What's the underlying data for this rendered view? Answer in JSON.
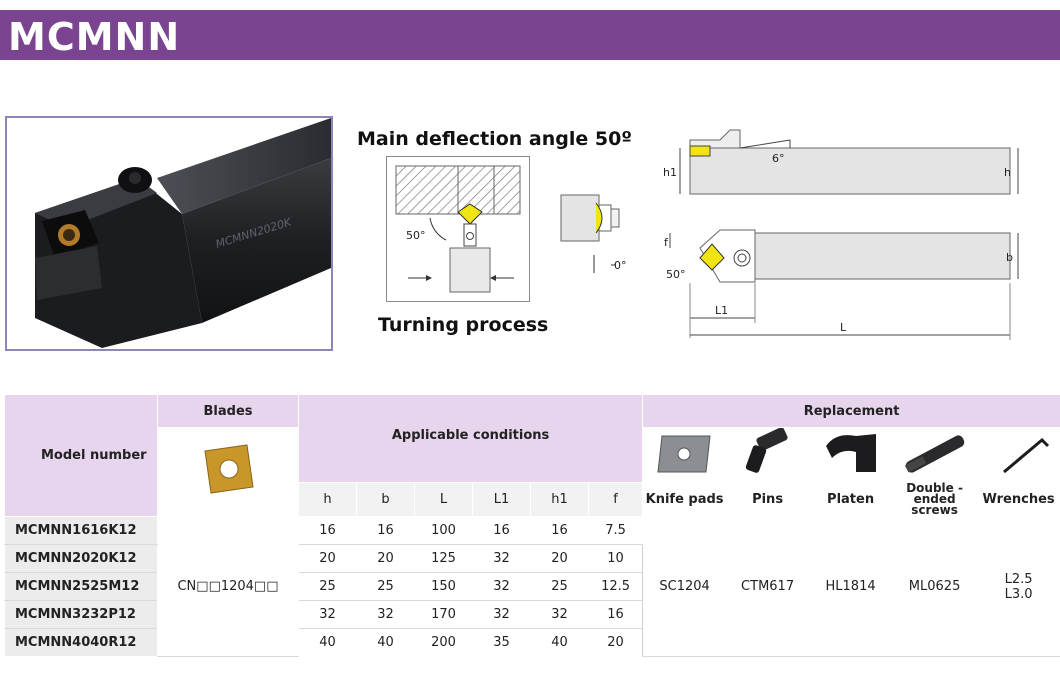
{
  "header": {
    "title": "MCMNN"
  },
  "diagram": {
    "caption_top": "Main deflection angle 50º",
    "caption_bottom": "Turning process",
    "labels": {
      "angle_process": "50°",
      "angle_top": "6°",
      "angle_side": "0°",
      "angle_bottom": "50°",
      "h1": "h1",
      "h": "h",
      "f": "f",
      "b": "b",
      "L1": "L1",
      "L": "L"
    }
  },
  "table": {
    "model_header": "Model number",
    "blades_header": "Blades",
    "conditions_header": "Applicable conditions",
    "replacement_header": "Replacement",
    "condition_columns": [
      "h",
      "b",
      "L",
      "L1",
      "h1",
      "f"
    ],
    "replacement_columns": [
      "Knife pads",
      "Pins",
      "Platen",
      "Double -ended screws",
      "Wrenches"
    ],
    "blade_code": "CN□□1204□□",
    "rows": [
      {
        "model": "MCMNN1616K12",
        "h": "16",
        "b": "16",
        "L": "100",
        "L1": "16",
        "h1": "16",
        "f": "7.5"
      },
      {
        "model": "MCMNN2020K12",
        "h": "20",
        "b": "20",
        "L": "125",
        "L1": "32",
        "h1": "20",
        "f": "10"
      },
      {
        "model": "MCMNN2525M12",
        "h": "25",
        "b": "25",
        "L": "150",
        "L1": "32",
        "h1": "25",
        "f": "12.5"
      },
      {
        "model": "MCMNN3232P12",
        "h": "32",
        "b": "32",
        "L": "170",
        "L1": "32",
        "h1": "32",
        "f": "16"
      },
      {
        "model": "MCMNN4040R12",
        "h": "40",
        "b": "40",
        "L": "200",
        "L1": "35",
        "h1": "40",
        "f": "20"
      }
    ],
    "replacement_values": {
      "knife_pads": "SC1204",
      "pins": "CTM617",
      "platen": "HL1814",
      "screws": "ML0625",
      "wrenches_1": "L2.5",
      "wrenches_2": "L3.0"
    }
  }
}
